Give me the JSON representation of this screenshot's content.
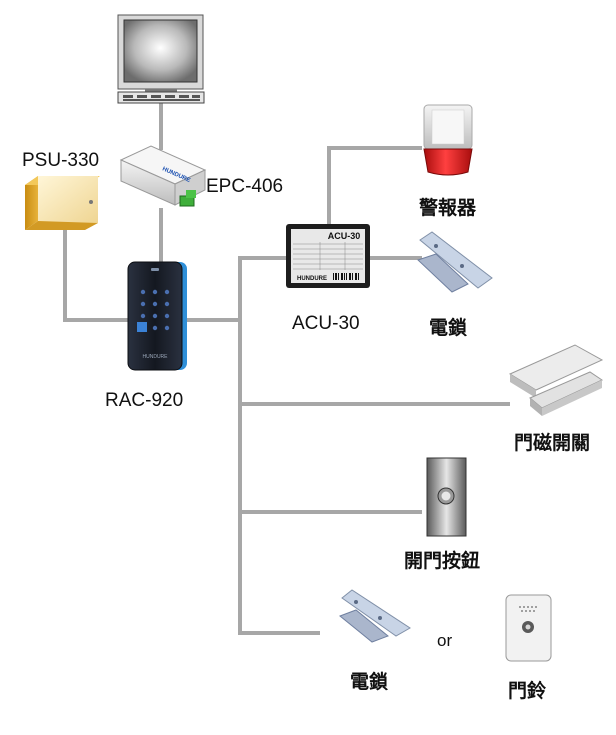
{
  "devices": {
    "psu": {
      "label": "PSU-330"
    },
    "epc": {
      "label": "EPC-406",
      "body_text": "HUNDURE"
    },
    "reader": {
      "label": "RAC-920",
      "brand": "HUNDURE"
    },
    "acu": {
      "label": "ACU-30",
      "panel_title": "ACU-30",
      "panel_brand": "HUNDURE"
    },
    "alarm": {
      "label": "警報器"
    },
    "lock_top": {
      "label": "電鎖"
    },
    "door_sensor": {
      "label": "門磁開關"
    },
    "exit_button": {
      "label": "開門按鈕"
    },
    "lock_bottom": {
      "label": "電鎖"
    },
    "or_text": "or",
    "doorbell": {
      "label": "門鈴"
    }
  },
  "colors": {
    "wire": "#a7a7a7",
    "psu_gold": "#e3b23a",
    "alarm_red": "#e02020",
    "reader_dark": "#1c2230",
    "reader_accent": "#2f8fd8"
  }
}
